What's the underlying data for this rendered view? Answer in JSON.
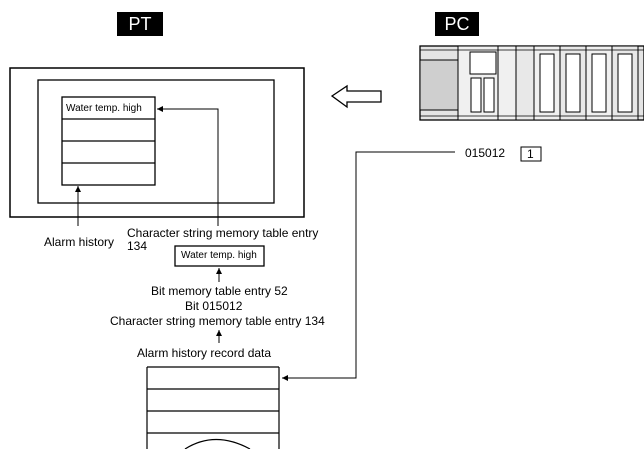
{
  "pt_badge": "PT",
  "pc_badge": "PC",
  "screen_entries": [
    "Water temp. high",
    "",
    "",
    ""
  ],
  "bit_address": "015012",
  "bit_value": "1",
  "alarm_history_label": "Alarm history",
  "char_table_label_line1": "Character string memory table entry",
  "char_table_label_line2": "134",
  "water_box_label": "Water temp. high",
  "bit_table_label": "Bit memory table entry 52",
  "bit_label": "Bit 015012",
  "char_table_label2": "Character string memory table entry 134",
  "record_data_label": "Alarm history record data",
  "record_rows": [
    "",
    "",
    "",
    ""
  ]
}
